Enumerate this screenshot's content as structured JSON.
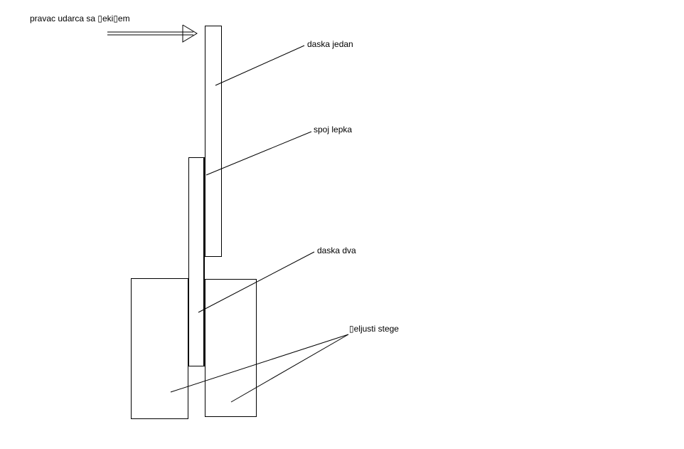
{
  "labels": {
    "strike_direction": "pravac udarca sa ▯eki▯em",
    "board_one": "daska jedan",
    "glue_joint": "spoj lepka",
    "board_two": "daska dva",
    "clamp_jaws": "▯eljusti  stege"
  },
  "colors": {
    "line": "#000000",
    "background": "#ffffff"
  }
}
